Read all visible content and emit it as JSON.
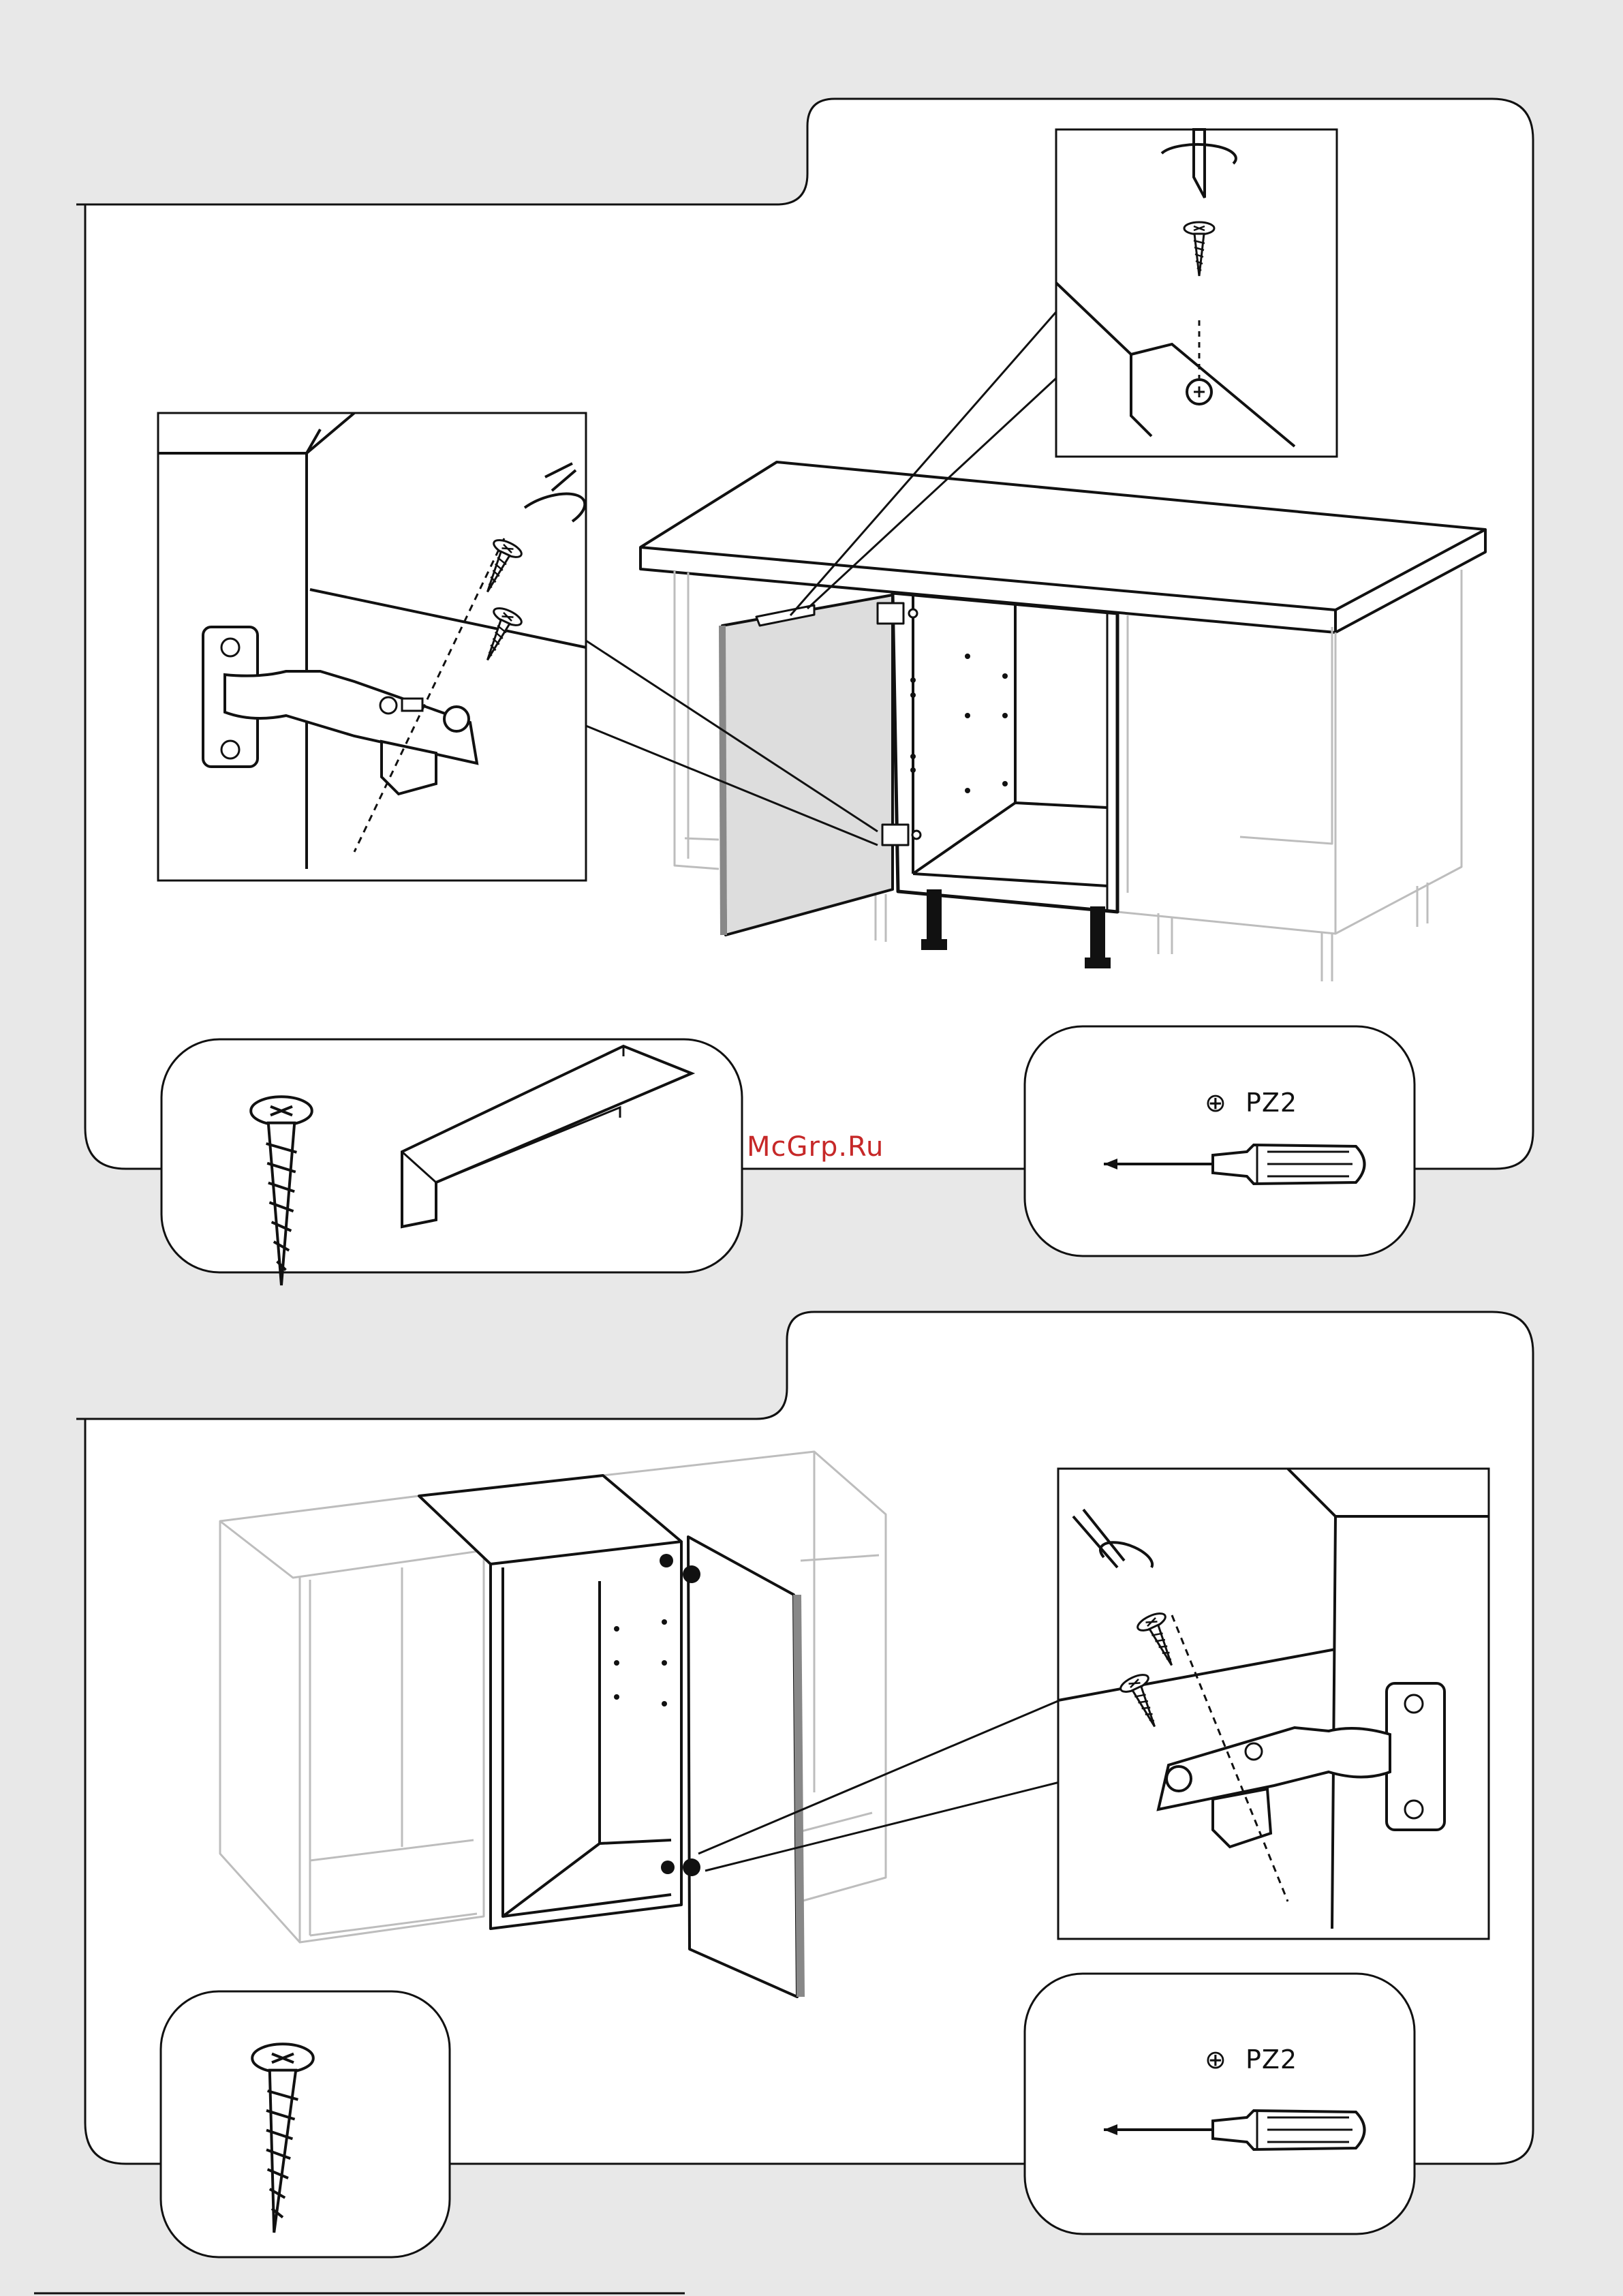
{
  "steps": [
    {
      "name": "step-base-cabinet-door",
      "tool": {
        "drive_symbol": "⊕",
        "label": "PZ2"
      },
      "parts": [
        "screw",
        "corner-filler-strip"
      ]
    },
    {
      "name": "step-wall-cabinet-door",
      "tool": {
        "drive_symbol": "⊕",
        "label": "PZ2"
      },
      "parts": [
        "screw"
      ]
    }
  ],
  "watermark": {
    "text": "McGrp.Ru",
    "color": "#c62828"
  },
  "colors": {
    "background": "#e8e8e8",
    "panel": "#ffffff",
    "line": "#111111",
    "ghost": "#bdbdbd"
  }
}
